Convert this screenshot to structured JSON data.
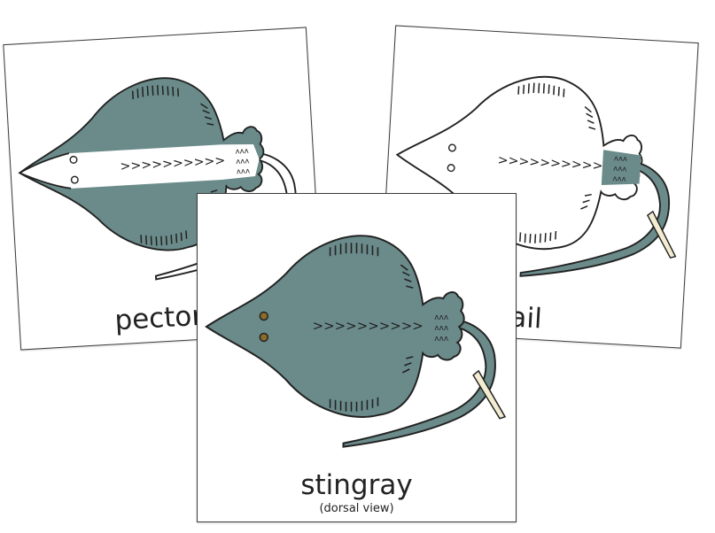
{
  "cards": {
    "left": {
      "label": "pector",
      "highlight": "pectoral-fins"
    },
    "right": {
      "label": "ail",
      "highlight": "tail"
    },
    "front": {
      "label": "stingray",
      "caption": "(dorsal view)",
      "highlight": "whole-body"
    }
  },
  "colors": {
    "body": "#6b8b8b",
    "outline": "#222222",
    "barb": "#f3ecd0",
    "eye": "#8b6a2a"
  }
}
